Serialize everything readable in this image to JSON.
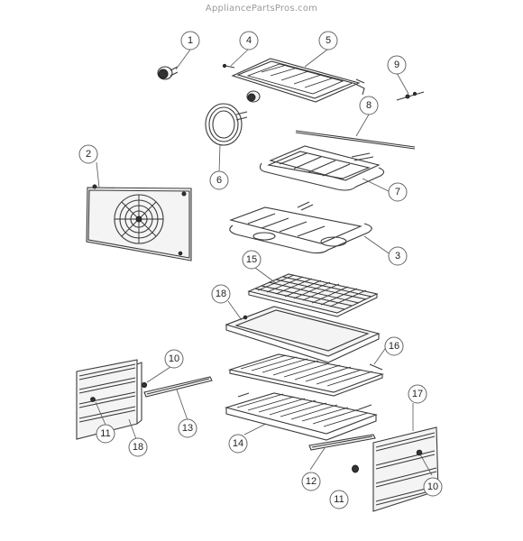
{
  "watermark": "AppliancePartsPros.com",
  "callouts": [
    {
      "id": "c1",
      "label": "1"
    },
    {
      "id": "c4",
      "label": "4"
    },
    {
      "id": "c5",
      "label": "5"
    },
    {
      "id": "c9",
      "label": "9"
    },
    {
      "id": "c8",
      "label": "8"
    },
    {
      "id": "c6",
      "label": "6"
    },
    {
      "id": "c2",
      "label": "2"
    },
    {
      "id": "c7",
      "label": "7"
    },
    {
      "id": "c3",
      "label": "3"
    },
    {
      "id": "c15",
      "label": "15"
    },
    {
      "id": "c18a",
      "label": "18"
    },
    {
      "id": "c16",
      "label": "16"
    },
    {
      "id": "c10a",
      "label": "10"
    },
    {
      "id": "c13",
      "label": "13"
    },
    {
      "id": "c11a",
      "label": "11"
    },
    {
      "id": "c18b",
      "label": "18"
    },
    {
      "id": "c14",
      "label": "14"
    },
    {
      "id": "c17",
      "label": "17"
    },
    {
      "id": "c12",
      "label": "12"
    },
    {
      "id": "c11b",
      "label": "11"
    },
    {
      "id": "c10b",
      "label": "10"
    }
  ]
}
